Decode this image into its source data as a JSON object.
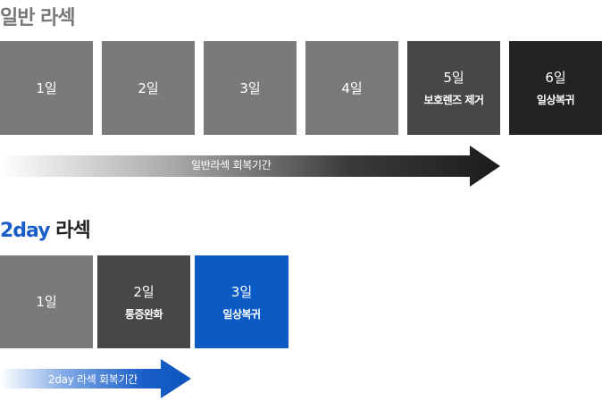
{
  "section1": {
    "title": "일반 라섹",
    "days": [
      {
        "day": "1일",
        "note": ""
      },
      {
        "day": "2일",
        "note": ""
      },
      {
        "day": "3일",
        "note": ""
      },
      {
        "day": "4일",
        "note": ""
      },
      {
        "day": "5일",
        "note": "보호렌즈 제거"
      },
      {
        "day": "6일",
        "note": "일상복귀"
      }
    ],
    "arrow_label": "일반라섹 회복기간"
  },
  "section2": {
    "title_accent": "2day",
    "title_rest": " 라섹",
    "days": [
      {
        "day": "1일",
        "note": ""
      },
      {
        "day": "2일",
        "note": "통증완화"
      },
      {
        "day": "3일",
        "note": "일상복귀"
      }
    ],
    "arrow_label": "2day 라섹 회복기간"
  },
  "colors": {
    "gray": "#7a7a7a",
    "dark": "#474747",
    "black": "#232323",
    "blue": "#0c5bc5",
    "title_gray": "#777777",
    "accent_blue": "#1a5fc8"
  }
}
